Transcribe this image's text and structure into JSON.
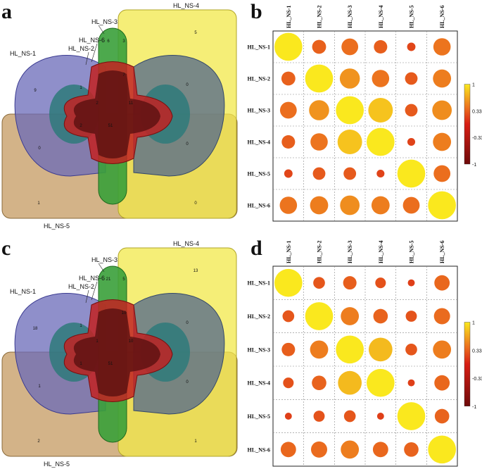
{
  "panels": {
    "a": {
      "letter": "a"
    },
    "b": {
      "letter": "b"
    },
    "c": {
      "letter": "c"
    },
    "d": {
      "letter": "d"
    }
  },
  "venn_labels": [
    "HL_NS-1",
    "HL_NS-2",
    "HL_NS-3",
    "HL_NS-4",
    "HL_NS-5",
    "HL_NS-6"
  ],
  "venn_a": {
    "NS1_only": "9",
    "NS4_only": "5",
    "NS5_only": "1",
    "NS3_top": "6",
    "NS3_top2": "3",
    "center": "51",
    "left": "0",
    "right": "0",
    "bottom_right": "0",
    "mid1": "7",
    "mid2": "2",
    "mid3": "11",
    "mid4": "2",
    "mid5": "1",
    "mid6": "0"
  },
  "venn_c": {
    "NS1_only": "18",
    "NS4_only": "13",
    "NS5_only": "2",
    "NS3_top": "21",
    "NS3_top2": "5",
    "center": "51",
    "left": "1",
    "right": "0",
    "bottom_right": "1",
    "mid1": "10",
    "mid2": "1",
    "mid3": "10",
    "mid4": "1",
    "mid5": "1",
    "mid6": "0"
  },
  "chart_data": [
    {
      "type": "heatmap",
      "panel": "b",
      "categories": [
        "HL_NS-1",
        "HL_NS-2",
        "HL_NS-3",
        "HL_NS-4",
        "HL_NS-5",
        "HL_NS-6"
      ],
      "colorbar_ticks": [
        "1",
        "0.333",
        "-0.333",
        "-1"
      ],
      "matrix": [
        [
          1.0,
          0.5,
          0.6,
          0.48,
          0.3,
          0.62
        ],
        [
          0.5,
          1.0,
          0.72,
          0.62,
          0.45,
          0.65
        ],
        [
          0.6,
          0.72,
          1.0,
          0.88,
          0.45,
          0.7
        ],
        [
          0.48,
          0.62,
          0.88,
          1.0,
          0.28,
          0.65
        ],
        [
          0.3,
          0.45,
          0.45,
          0.28,
          1.0,
          0.6
        ],
        [
          0.62,
          0.65,
          0.7,
          0.65,
          0.6,
          1.0
        ]
      ]
    },
    {
      "type": "heatmap",
      "panel": "d",
      "categories": [
        "HL_NS-1",
        "HL_NS-2",
        "HL_NS-3",
        "HL_NS-4",
        "HL_NS-5",
        "HL_NS-6"
      ],
      "colorbar_ticks": [
        "1",
        "0.333",
        "-0.333",
        "-1"
      ],
      "matrix": [
        [
          1.0,
          0.42,
          0.48,
          0.38,
          0.25,
          0.55
        ],
        [
          0.42,
          1.0,
          0.65,
          0.52,
          0.4,
          0.58
        ],
        [
          0.48,
          0.65,
          1.0,
          0.85,
          0.42,
          0.65
        ],
        [
          0.38,
          0.52,
          0.85,
          1.0,
          0.25,
          0.55
        ],
        [
          0.25,
          0.4,
          0.42,
          0.25,
          1.0,
          0.52
        ],
        [
          0.55,
          0.58,
          0.65,
          0.55,
          0.52,
          1.0
        ]
      ]
    }
  ]
}
